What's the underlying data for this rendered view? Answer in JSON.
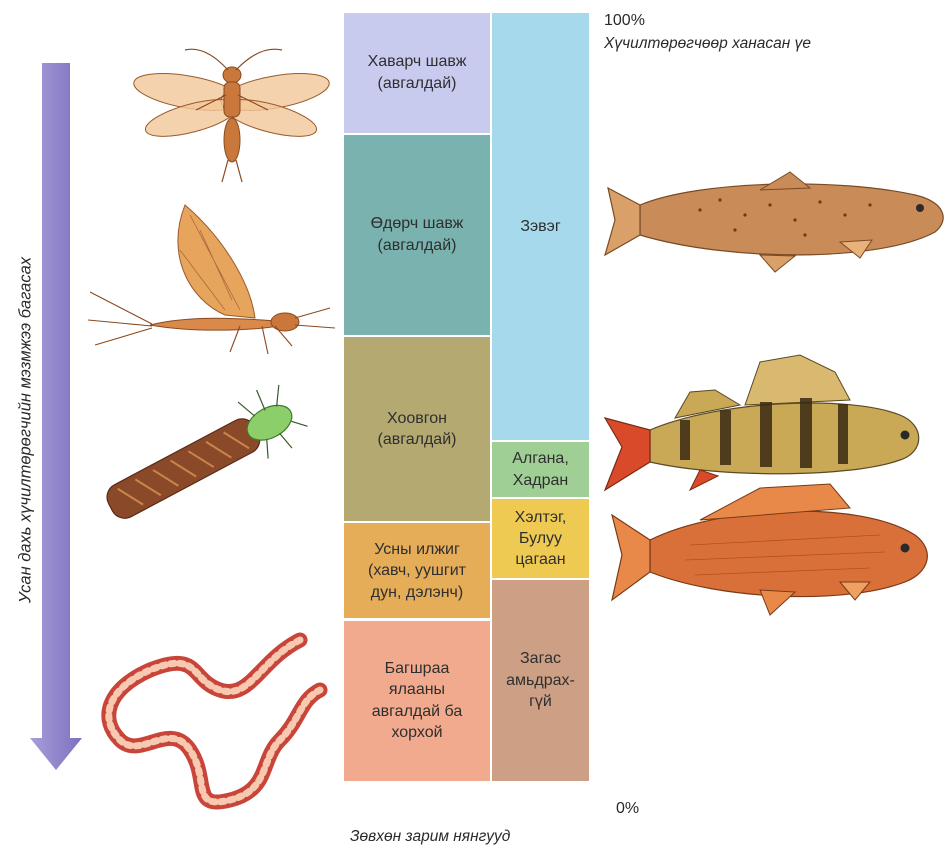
{
  "axis": {
    "vertical_label": "Усан дахь хүчилтөрөгчийн мэзмжээ багасах",
    "top_percent": "100%",
    "top_caption": "Хүчилтөрөгчөөр ханасан үе",
    "bottom_percent": "0%",
    "bottom_caption": "Зөвхөн зарим нянгууд"
  },
  "invertebrates": [
    {
      "id": "stonefly",
      "label": "Хаварч шавж\n(авгалдай)",
      "color": "#c9cbee",
      "oxygen_range": [
        85,
        100
      ]
    },
    {
      "id": "mayfly",
      "label": "Өдөрч шавж\n(авгалдай)",
      "color": "#79b2ae",
      "oxygen_range": [
        60,
        85
      ]
    },
    {
      "id": "caddisfly",
      "label": "Хоовгон\n(авгалдай)",
      "color": "#b4a970",
      "oxygen_range": [
        37,
        60
      ]
    },
    {
      "id": "aquatic-snails",
      "label": "Усны илжиг\n(хавч, уушгит\nдун, дэлэнч)",
      "color": "#e5ad58",
      "oxygen_range": [
        25,
        37
      ]
    },
    {
      "id": "bloodworm",
      "label": "Багшраа\nялааны\nавгалдай ба\nхорхой",
      "color": "#f1aa8d",
      "oxygen_range": [
        5,
        25
      ]
    }
  ],
  "fish": [
    {
      "id": "trout",
      "label": "Зэвэг",
      "color": "#a6d9ec",
      "oxygen_range": [
        47,
        100
      ]
    },
    {
      "id": "perch",
      "label": "Алгана,\nХадран",
      "color": "#9fcf94",
      "oxygen_range": [
        40,
        47
      ]
    },
    {
      "id": "carp",
      "label": "Хэлтэг,\nБулуу\nцагаан",
      "color": "#efca52",
      "oxygen_range": [
        30,
        40
      ]
    },
    {
      "id": "no-fish",
      "label": "Загас\nамьдрах-\nгүй",
      "color": "#cd9f84",
      "oxygen_range": [
        5,
        30
      ]
    }
  ],
  "colors": {
    "arrow": "#8a7fc8",
    "trout_body": "#c98c58",
    "perch_body": "#c9a856",
    "carp_body": "#d9703a"
  }
}
